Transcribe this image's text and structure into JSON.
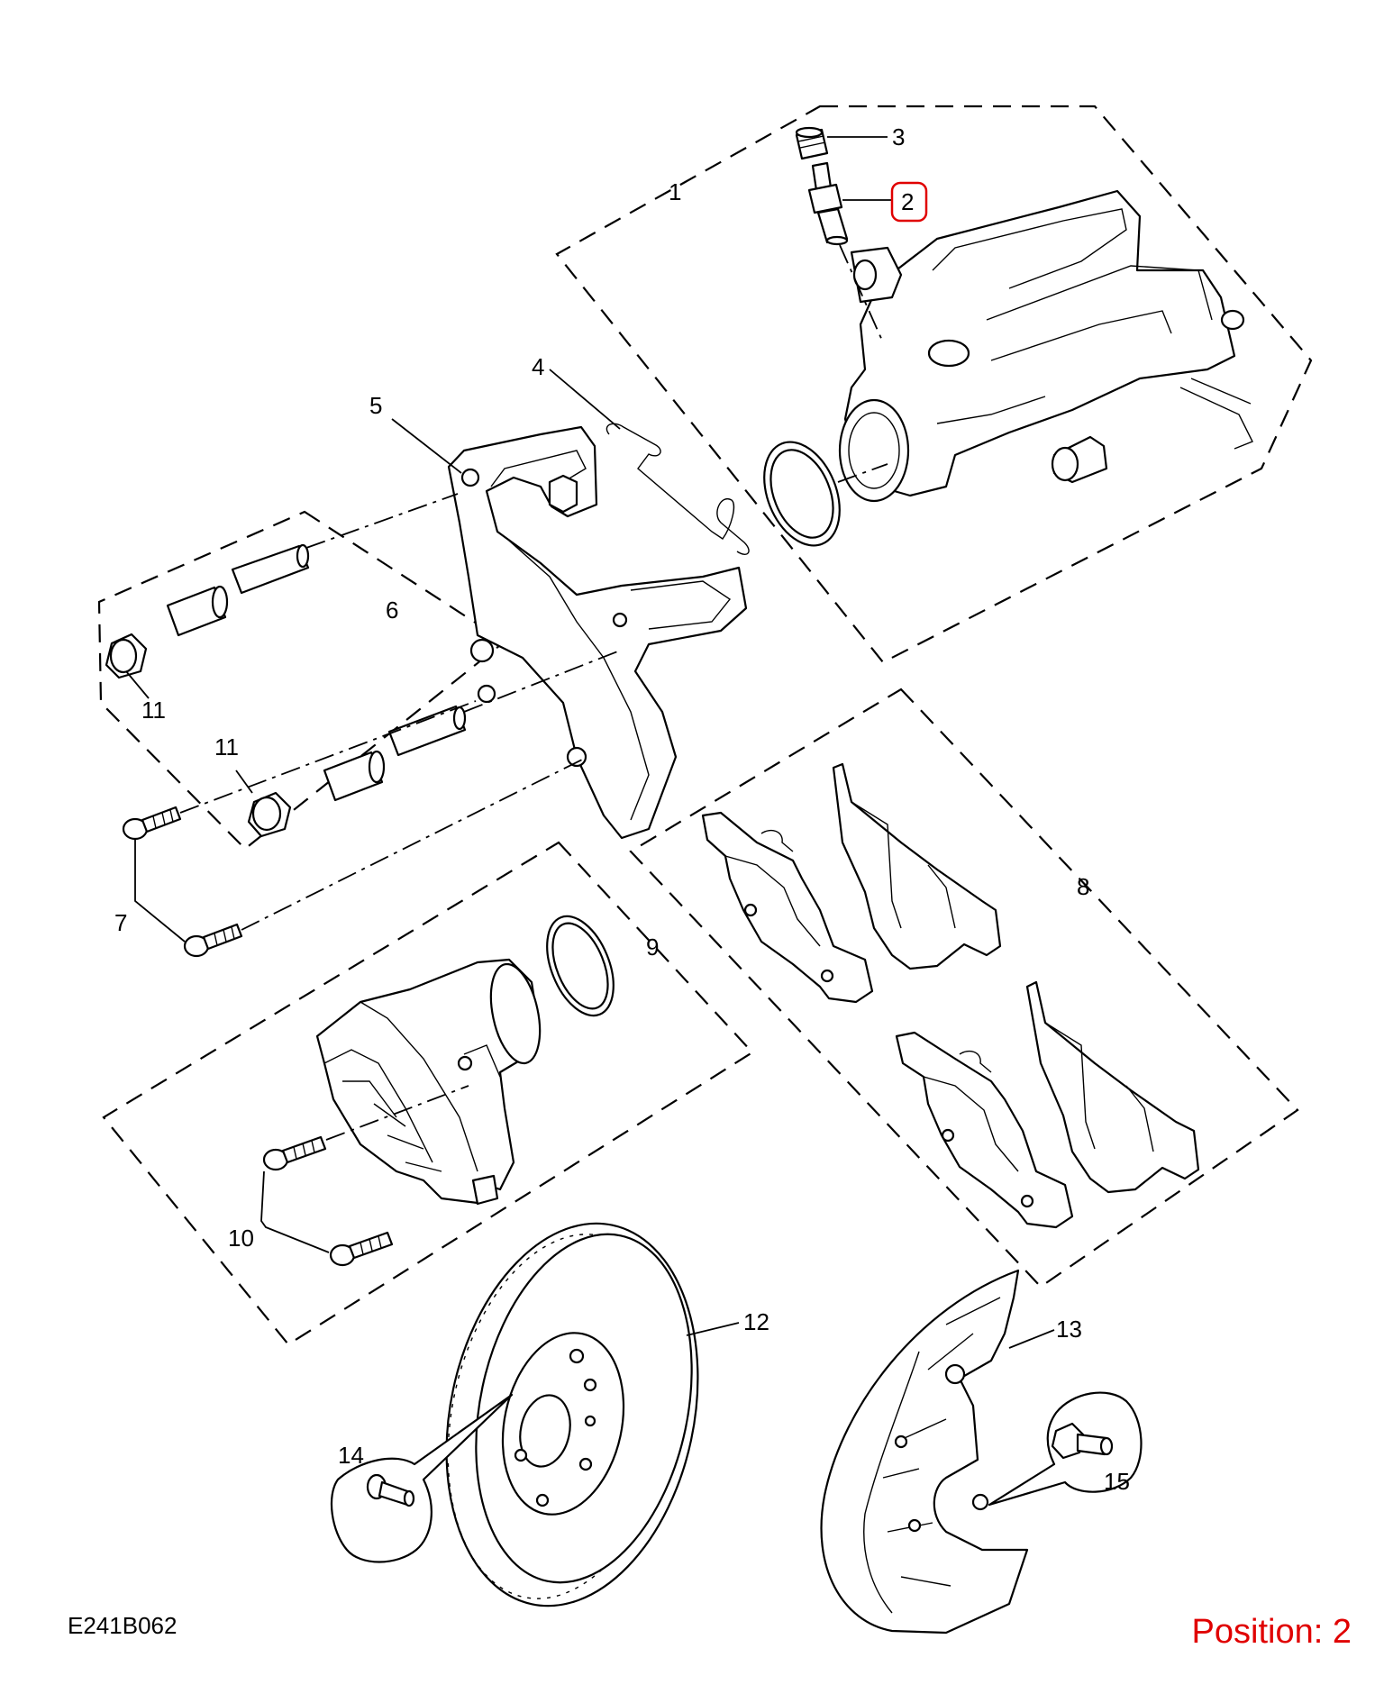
{
  "drawing_code": "E241B062",
  "position_label": "Position: 2",
  "highlighted_callout": "2",
  "highlight_color": "#e00000",
  "callouts": [
    {
      "id": "1",
      "text": "1"
    },
    {
      "id": "2",
      "text": "2"
    },
    {
      "id": "3",
      "text": "3"
    },
    {
      "id": "4",
      "text": "4"
    },
    {
      "id": "5",
      "text": "5"
    },
    {
      "id": "6",
      "text": "6"
    },
    {
      "id": "7",
      "text": "7"
    },
    {
      "id": "8",
      "text": "8"
    },
    {
      "id": "9",
      "text": "9"
    },
    {
      "id": "10",
      "text": "10"
    },
    {
      "id": "11a",
      "text": "11"
    },
    {
      "id": "11b",
      "text": "11"
    },
    {
      "id": "12",
      "text": "12"
    },
    {
      "id": "13",
      "text": "13"
    },
    {
      "id": "14",
      "text": "14"
    },
    {
      "id": "15",
      "text": "15"
    }
  ]
}
